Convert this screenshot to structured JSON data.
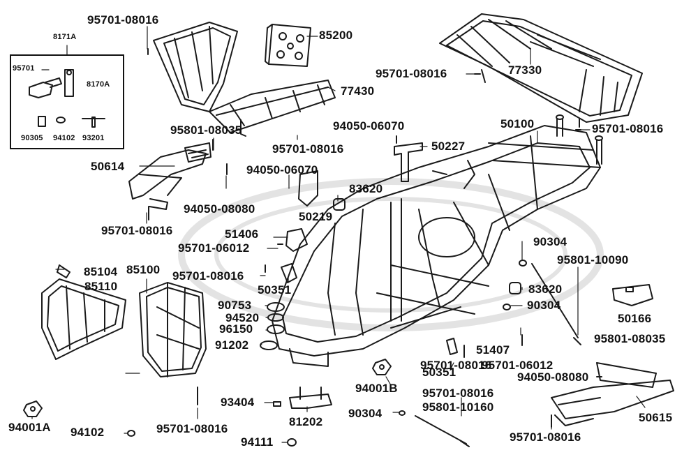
{
  "kit": {
    "title": "8171A",
    "labels": [
      "95701",
      "8170A",
      "90305",
      "94102",
      "93201"
    ]
  },
  "parts": [
    "95701-08016",
    "85200",
    "77430",
    "95701-08016",
    "77330",
    "95801-08035",
    "95701-08016",
    "94050-06070",
    "50100",
    "95701-08016",
    "50614",
    "94050-06070",
    "50227",
    "83620",
    "94050-08080",
    "50219",
    "95701-08016",
    "51406",
    "95701-06012",
    "85104",
    "85110",
    "85100",
    "95701-08016",
    "90304",
    "95801-10090",
    "50351",
    "83620",
    "90753",
    "90304",
    "50166",
    "94520",
    "96150",
    "91202",
    "51407",
    "95801-08035",
    "95701-08016",
    "95701-06012",
    "50351",
    "94050-08080",
    "94001B",
    "95701-08016",
    "93404",
    "95801-10160",
    "90304",
    "81202",
    "50615",
    "94001A",
    "94102",
    "95701-08016",
    "94111",
    "95701-08016"
  ]
}
